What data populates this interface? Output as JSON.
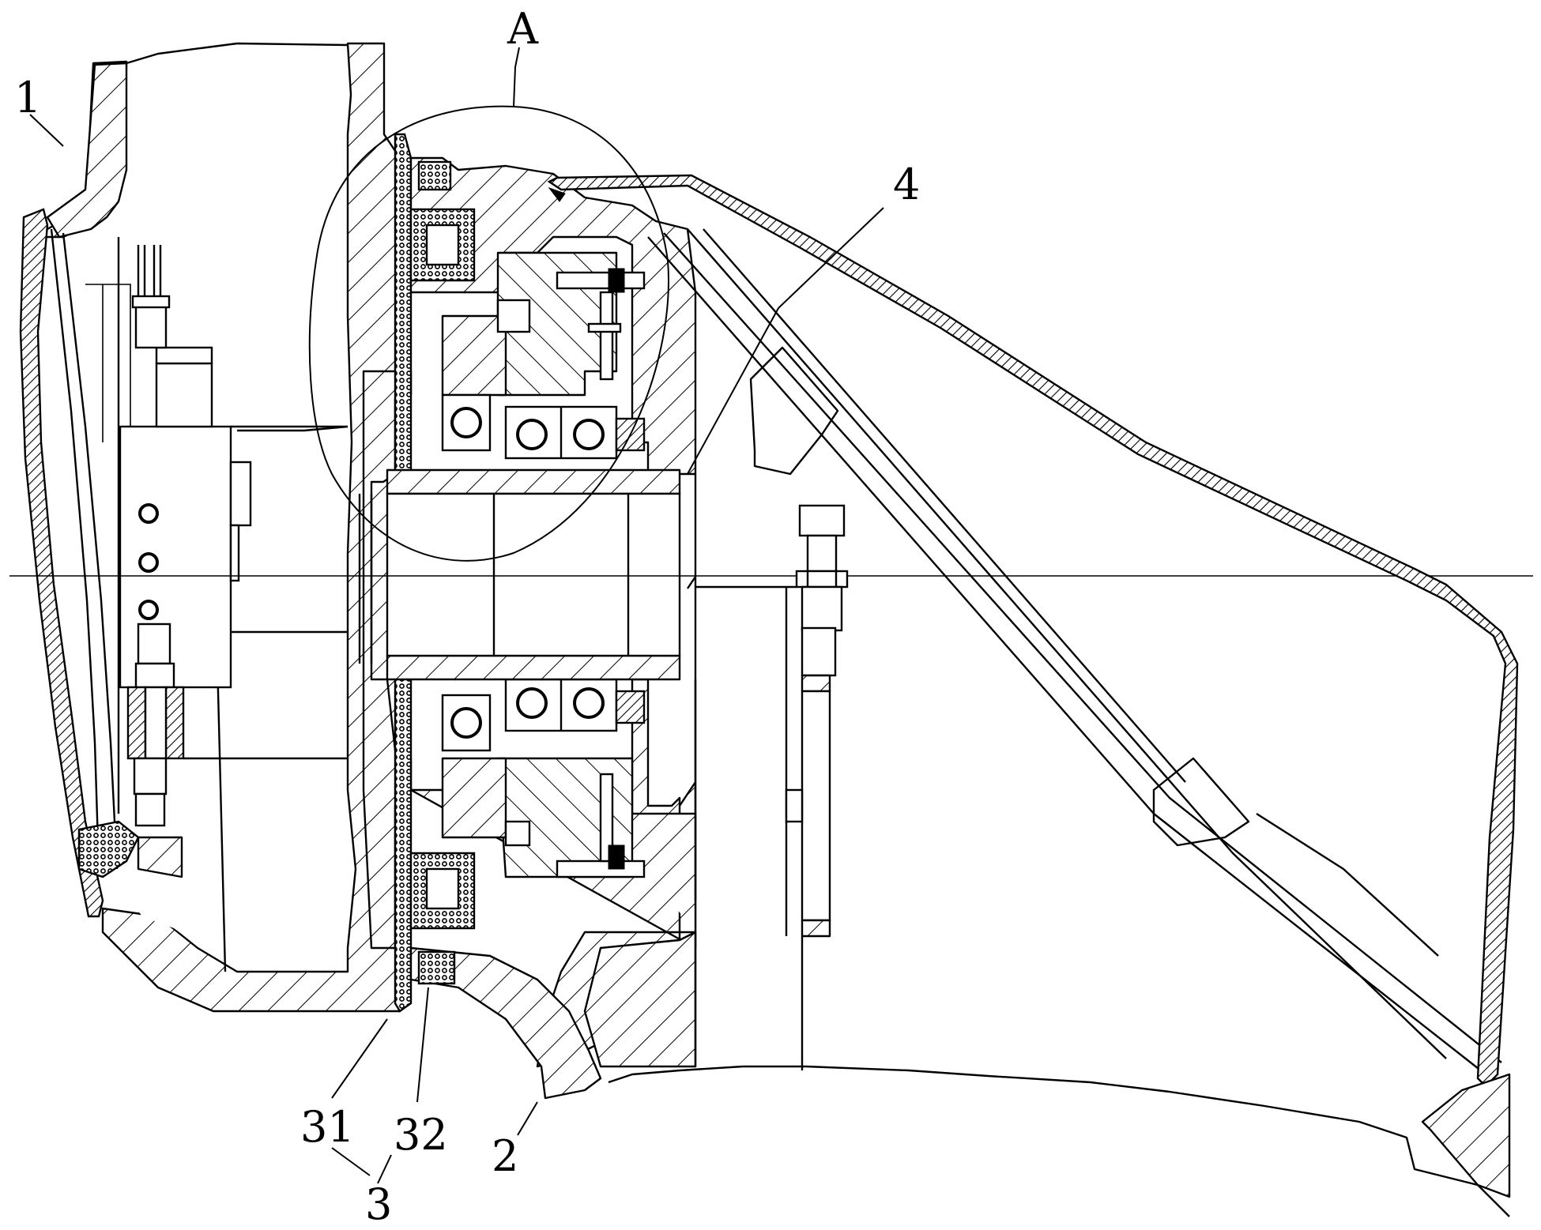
{
  "figure": {
    "type": "mechanical cross-section drawing",
    "detail_marker": "A",
    "labels": [
      {
        "id": "part-1",
        "text": "1"
      },
      {
        "id": "part-2",
        "text": "2"
      },
      {
        "id": "part-3",
        "text": "3"
      },
      {
        "id": "part-31",
        "text": "31"
      },
      {
        "id": "part-32",
        "text": "32"
      },
      {
        "id": "part-4",
        "text": "4"
      }
    ]
  },
  "colors": {
    "line": "#000000",
    "background": "#ffffff"
  }
}
